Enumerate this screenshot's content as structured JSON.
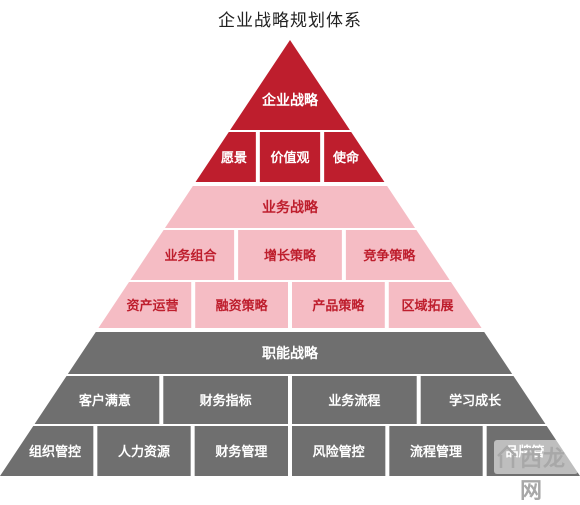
{
  "title": "企业战略规划体系",
  "colors": {
    "corporate": "#be1e2d",
    "business": "#f5bcc4",
    "functional": "#6f6f6f",
    "text_dark": "#be1e2d",
    "text_light": "#ffffff",
    "separator": "#ffffff"
  },
  "levels": [
    {
      "key": "corporate",
      "header": "企业战略",
      "rows": [
        [
          "愿景",
          "价值观",
          "使命"
        ]
      ]
    },
    {
      "key": "business",
      "header": "业务战略",
      "rows": [
        [
          "业务组合",
          "增长策略",
          "竞争策略"
        ],
        [
          "资产运营",
          "融资策略",
          "产品策略",
          "区域拓展"
        ]
      ]
    },
    {
      "key": "functional",
      "header": "职能战略",
      "rows": [
        [
          "客户满意",
          "财务指标",
          "业务流程",
          "学习成长"
        ],
        [
          "组织管控",
          "人力资源",
          "财务管理",
          "风险管控",
          "流程管理",
          "品牌管"
        ]
      ]
    }
  ],
  "watermark": {
    "text": "西龙网",
    "icon": "house-icon"
  }
}
